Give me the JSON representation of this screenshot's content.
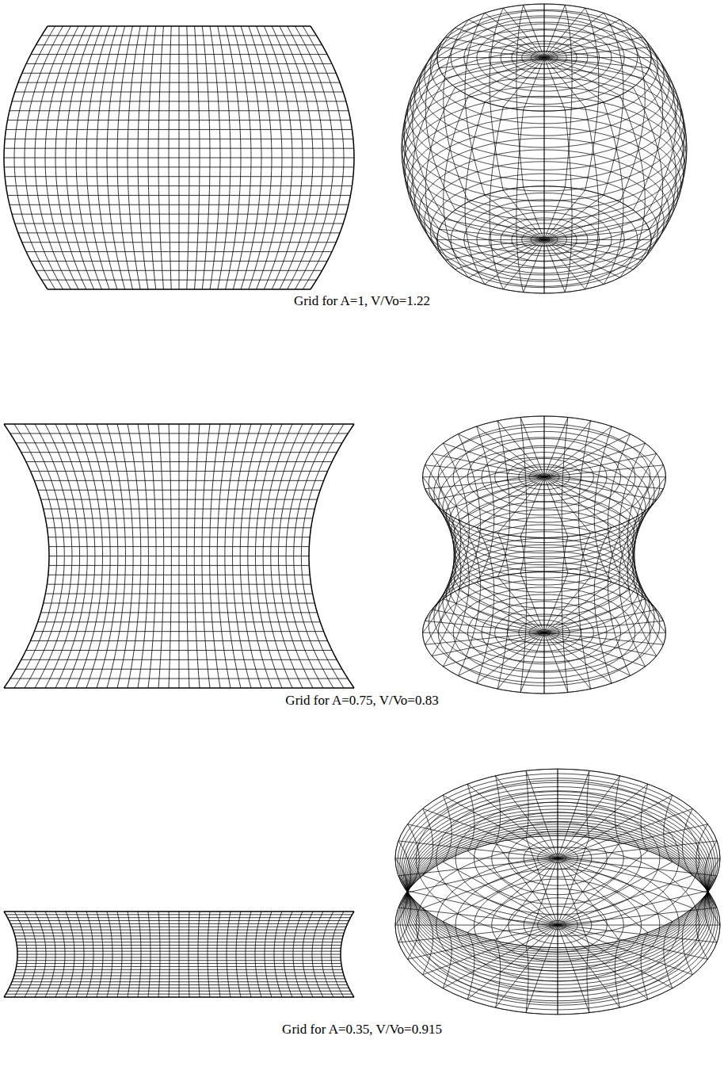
{
  "diagram": {
    "labels": [
      "Grid for A=1, V/Vo=1.22",
      "Grid for A=0.75, V/Vo=0.83",
      "Grid for A=0.35, V/Vo=0.915"
    ]
  }
}
